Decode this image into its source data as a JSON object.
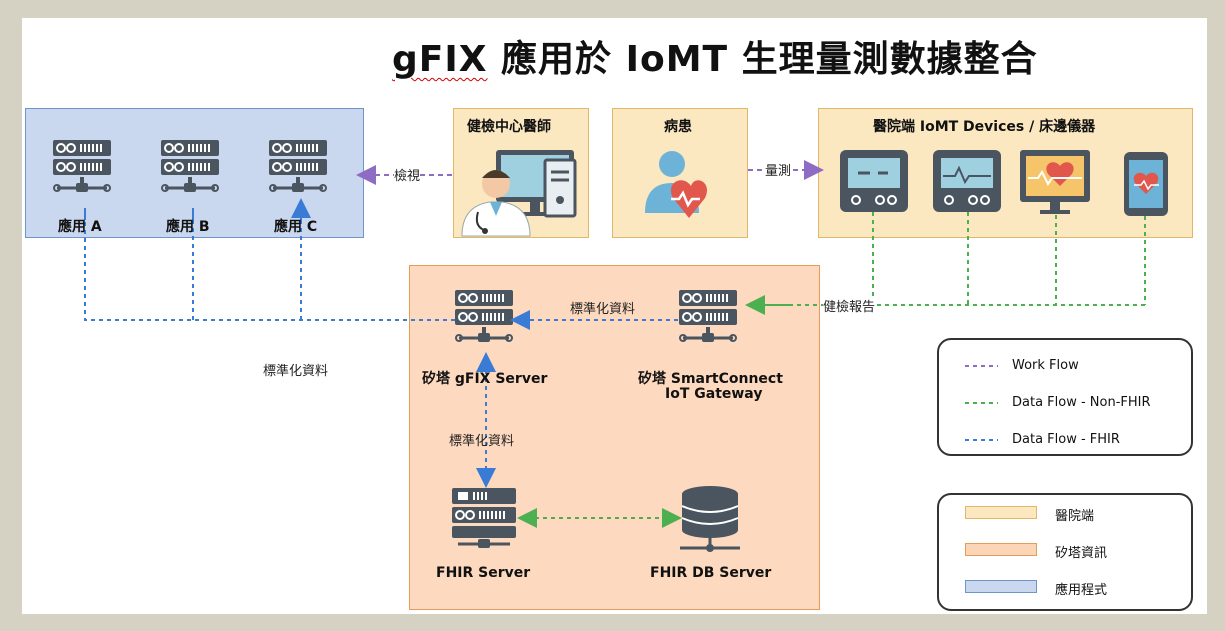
{
  "title_prefix": "gFIX",
  "title_rest": " 應用於 IoMT 生理量測數據整合",
  "apps": [
    "應用 A",
    "應用 B",
    "應用 C"
  ],
  "doctor": "健檢中心醫師",
  "patient": "病患",
  "devices_title": "醫院端 IoMT Devices / 床邊儀器",
  "edge_view": "檢視",
  "edge_measure": "量測",
  "edge_report": "健檢報告",
  "edge_std_1": "標準化資料",
  "edge_std_2": "標準化資料",
  "edge_std_3": "標準化資料",
  "gfix_server": "矽塔 gFIX Server",
  "gateway_line1": "矽塔 SmartConnect",
  "gateway_line2": "IoT Gateway",
  "fhir_server": "FHIR Server",
  "fhir_db": "FHIR DB Server",
  "legend_flow": [
    {
      "label": "Work Flow",
      "color": "#8e6cc4"
    },
    {
      "label": "Data Flow - Non-FHIR",
      "color": "#4caf50"
    },
    {
      "label": "Data Flow - FHIR",
      "color": "#3a7bd5"
    }
  ],
  "legend_zone": [
    {
      "label": "醫院端",
      "fill": "#fbe7c0",
      "stroke": "#e2b867"
    },
    {
      "label": "矽塔資訊",
      "fill": "#fbd5b6",
      "stroke": "#e59b5a"
    },
    {
      "label": "應用程式",
      "fill": "#c9d8ee",
      "stroke": "#6f94c8"
    }
  ],
  "colors": {
    "hospital_fill": "#fbe7c0",
    "silicon_fill": "#fcd9bf",
    "app_fill": "#c9d8ee",
    "icon": "#4a5560"
  }
}
